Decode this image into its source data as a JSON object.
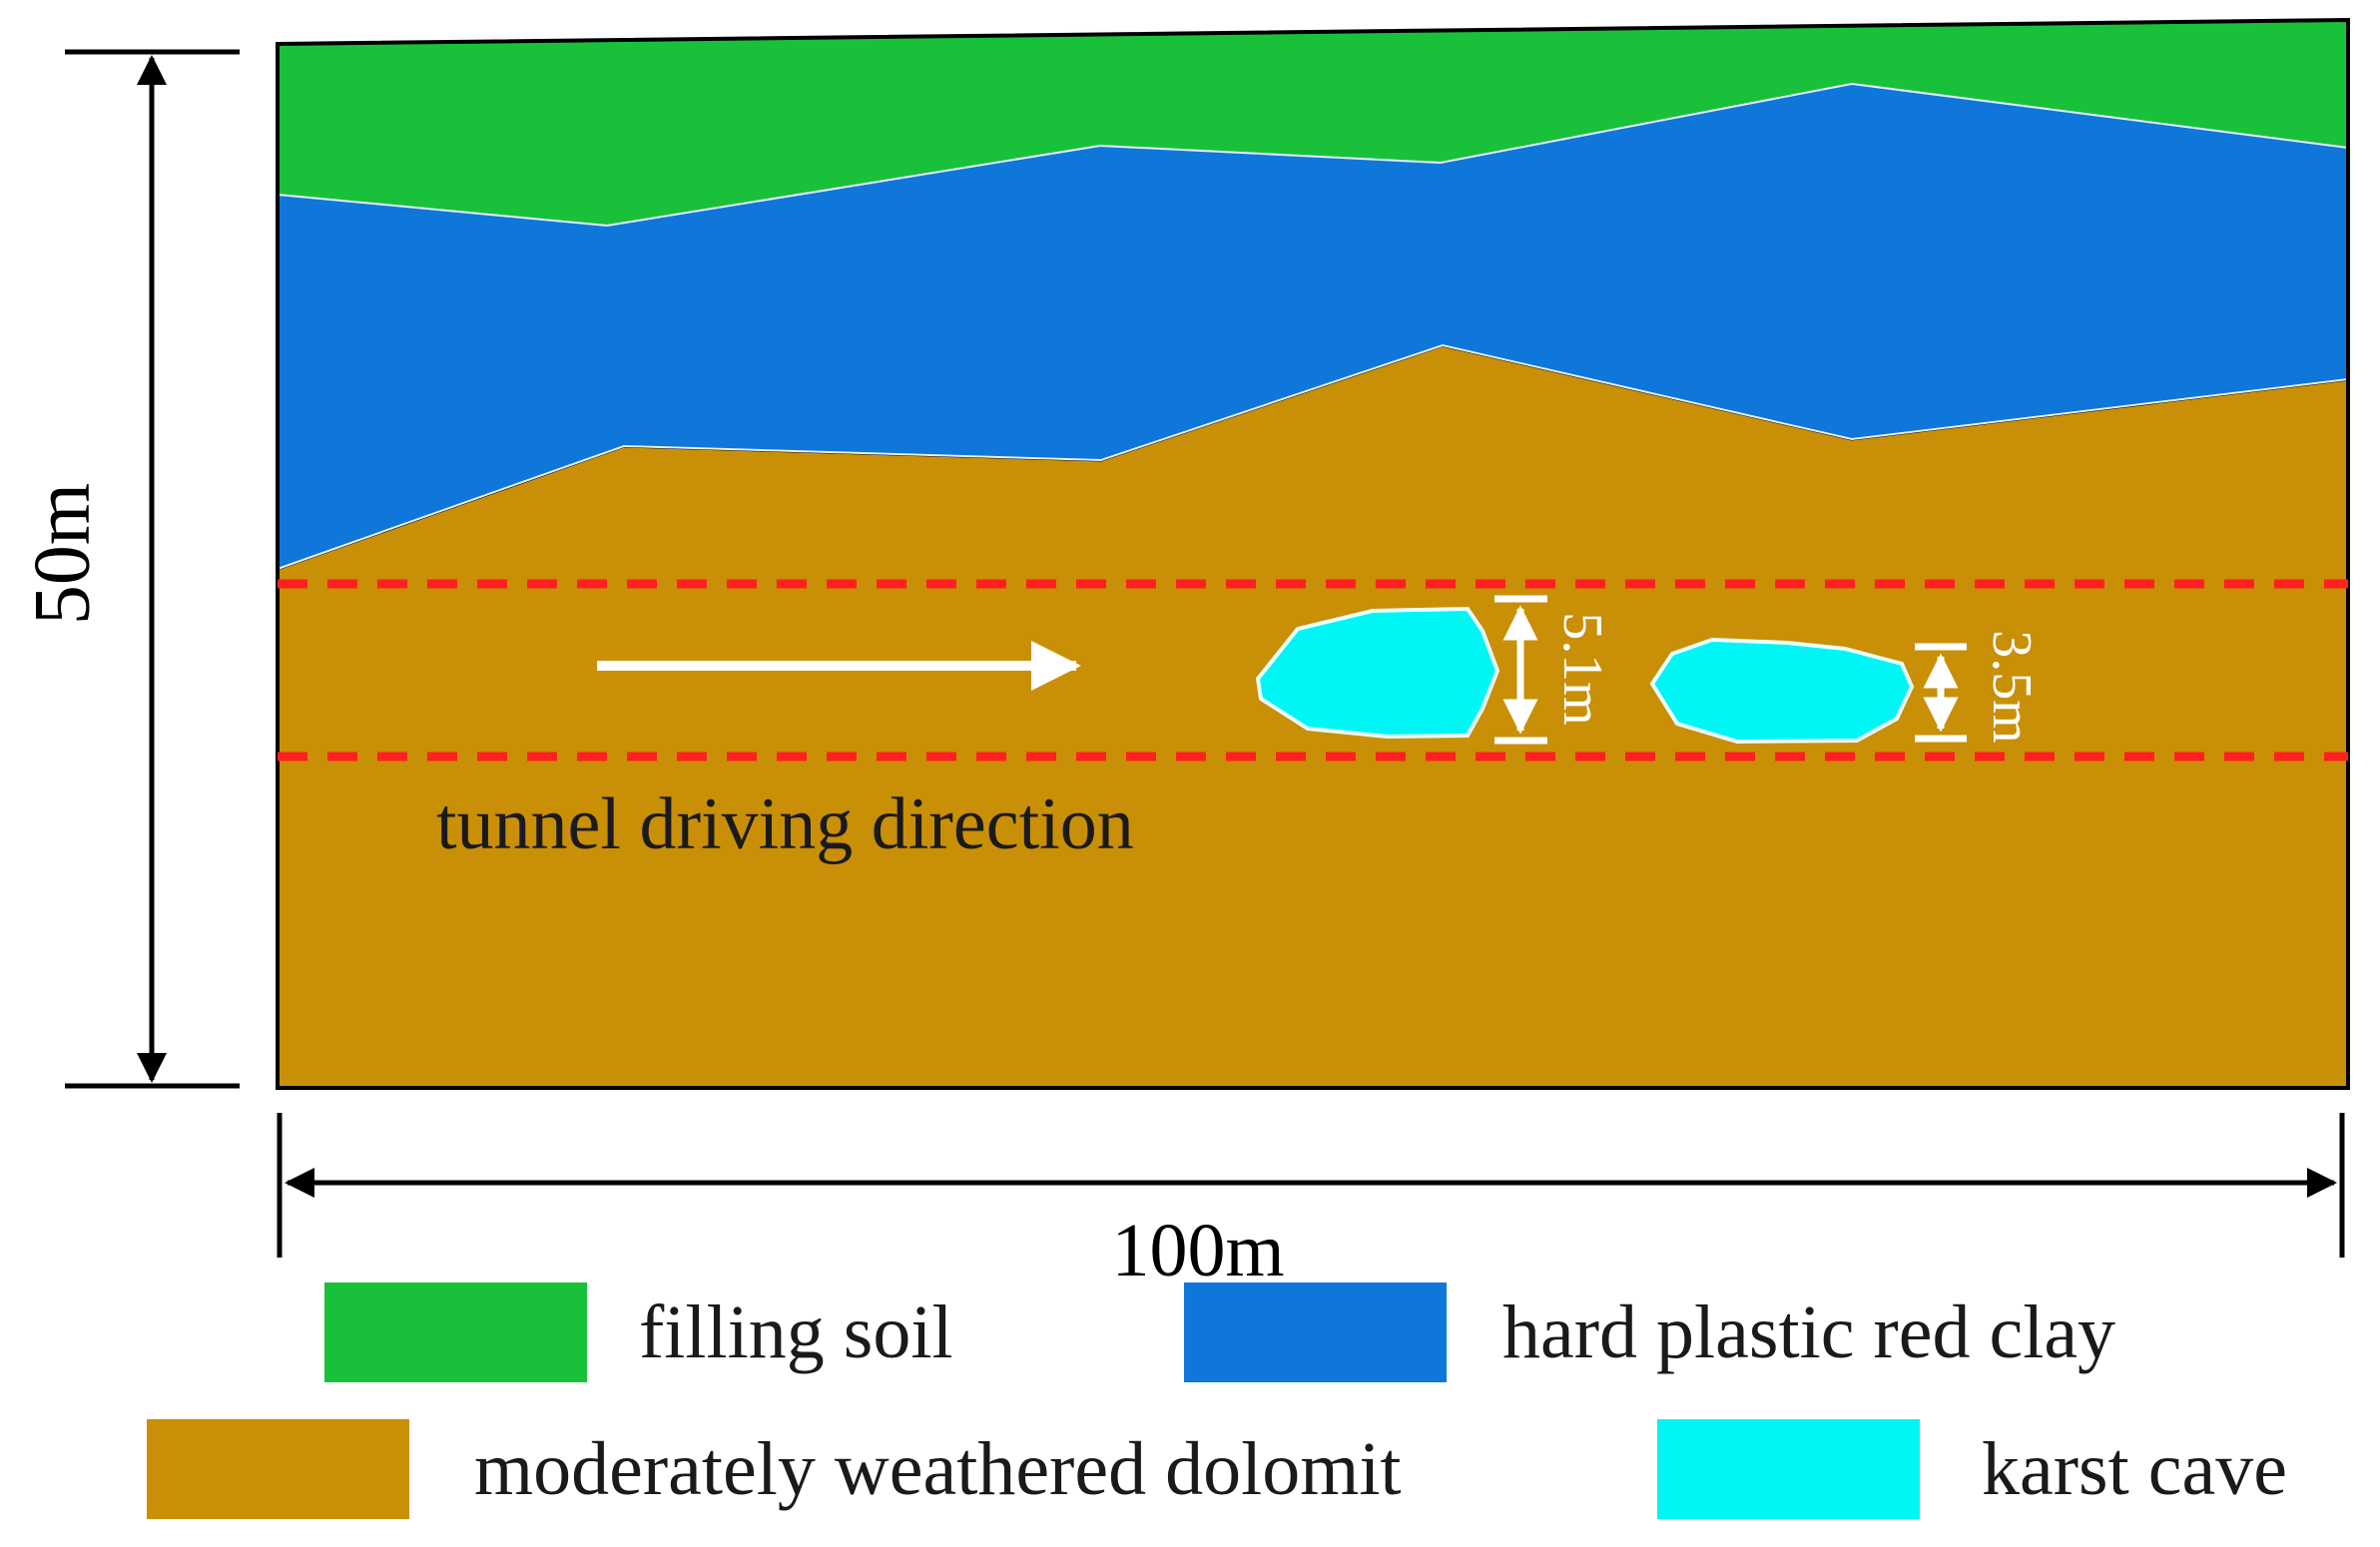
{
  "dimensions": {
    "height_label": "50m",
    "width_label": "100m"
  },
  "tunnel": {
    "direction_label": "tunnel driving direction"
  },
  "caves": [
    {
      "height_label": "5.1m"
    },
    {
      "height_label": "3.5m"
    }
  ],
  "legend": [
    {
      "label": "filling soil",
      "color": "#19C13A"
    },
    {
      "label": "hard plastic red clay",
      "color": "#0F77DA"
    },
    {
      "label": "moderately weathered dolomit",
      "color": "#C98F06"
    },
    {
      "label": "karst cave",
      "color": "#00F5F5"
    }
  ],
  "colors": {
    "tunnel_boundary": "#FF2020",
    "annotation_light": "#FFFFFF",
    "outline": "#000000"
  }
}
